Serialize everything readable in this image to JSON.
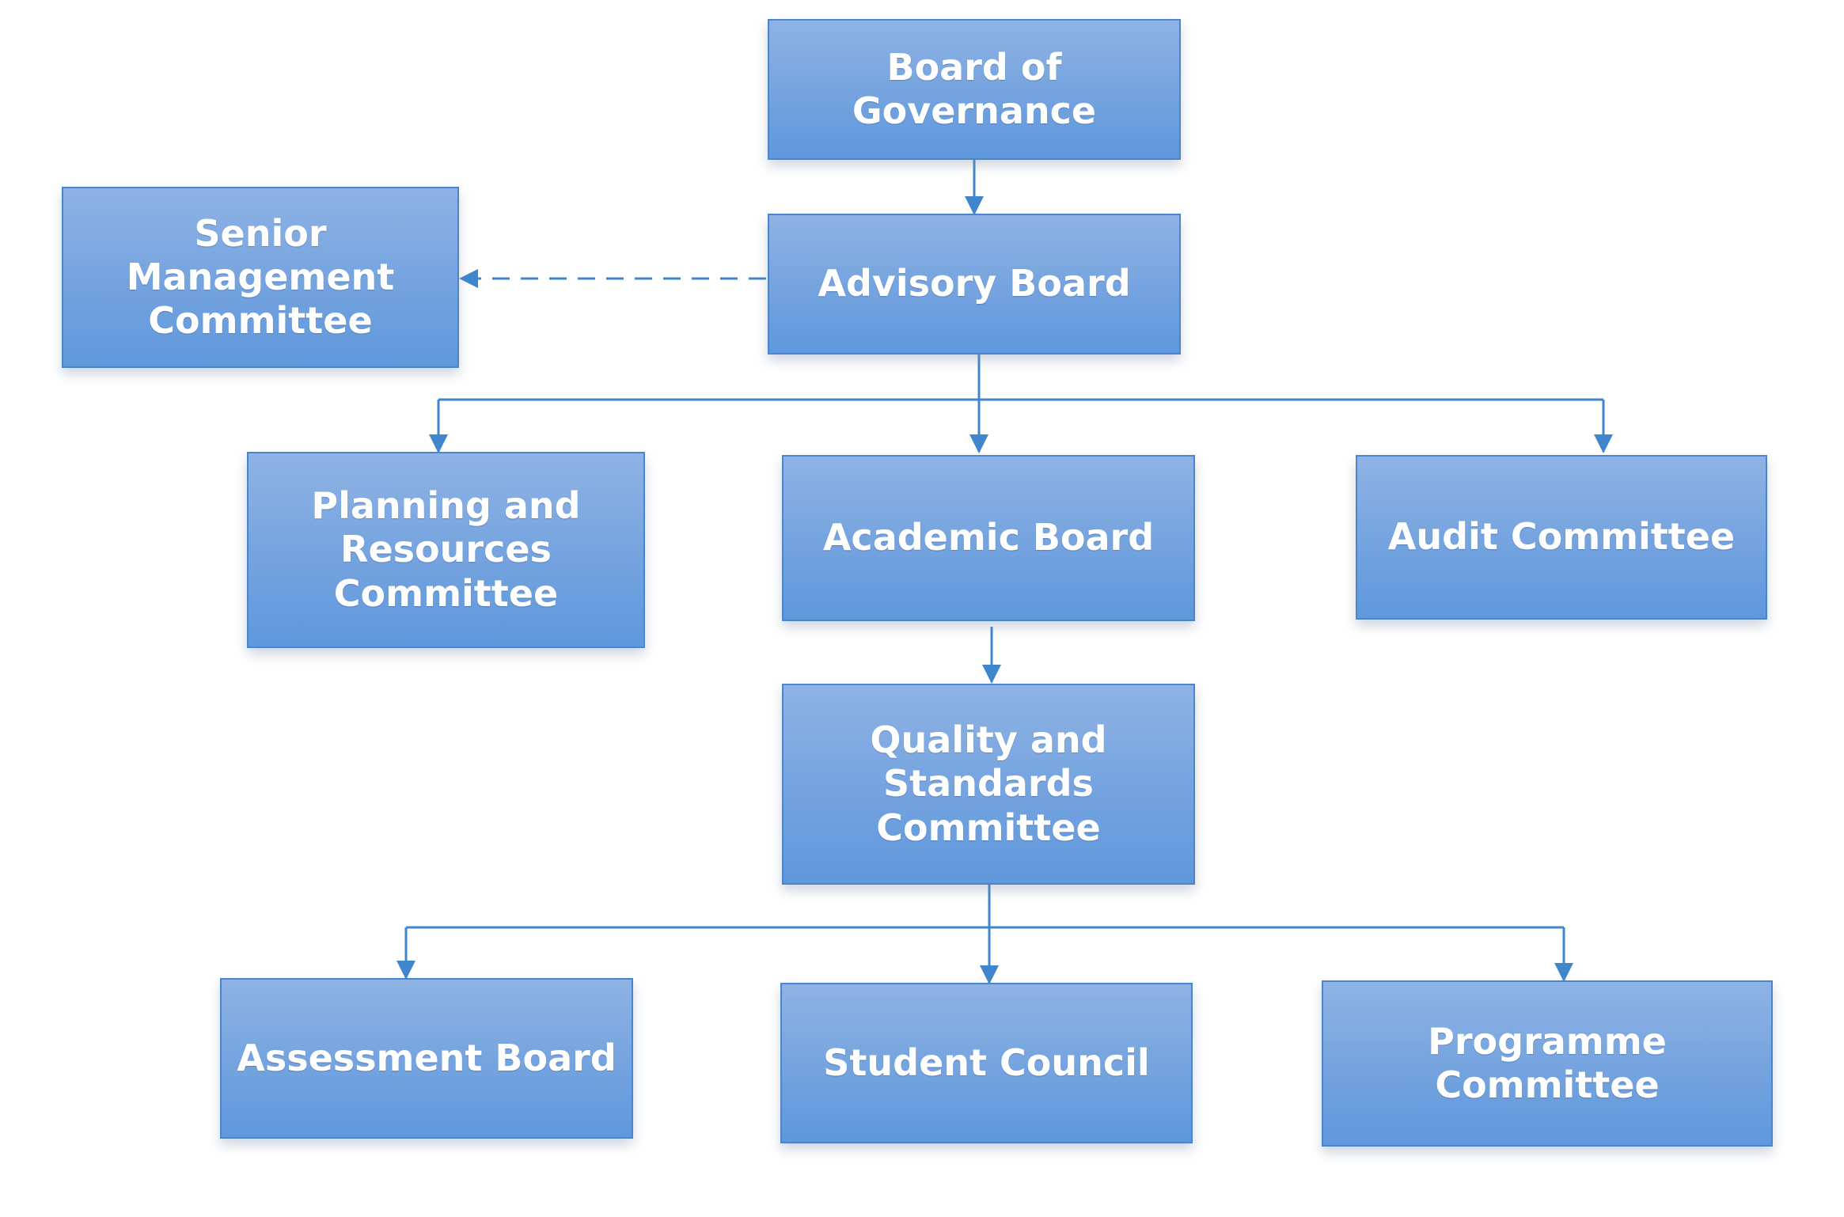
{
  "diagram": {
    "nodes": {
      "board_of_governance": "Board of\nGovernance",
      "advisory_board": "Advisory Board",
      "senior_management_committee": "Senior\nManagement\nCommittee",
      "planning_and_resources_committee": "Planning and\nResources\nCommittee",
      "academic_board": "Academic Board",
      "audit_committee": "Audit Committee",
      "quality_and_standards_committee": "Quality and\nStandards\nCommittee",
      "assessment_board": "Assessment Board",
      "student_council": "Student Council",
      "programme_committee": "Programme\nCommittee"
    },
    "edges": [
      {
        "from": "board_of_governance",
        "to": "advisory_board",
        "style": "solid"
      },
      {
        "from": "advisory_board",
        "to": "senior_management_committee",
        "style": "dashed"
      },
      {
        "from": "advisory_board",
        "to": "planning_and_resources_committee",
        "style": "solid"
      },
      {
        "from": "advisory_board",
        "to": "academic_board",
        "style": "solid"
      },
      {
        "from": "advisory_board",
        "to": "audit_committee",
        "style": "solid"
      },
      {
        "from": "academic_board",
        "to": "quality_and_standards_committee",
        "style": "solid"
      },
      {
        "from": "quality_and_standards_committee",
        "to": "assessment_board",
        "style": "solid"
      },
      {
        "from": "quality_and_standards_committee",
        "to": "student_council",
        "style": "solid"
      },
      {
        "from": "quality_and_standards_committee",
        "to": "programme_committee",
        "style": "solid"
      }
    ],
    "colors": {
      "box_fill_top": "#8fb3e4",
      "box_fill_bottom": "#5f98dc",
      "box_border": "#4a86cf",
      "connector": "#3f86cc",
      "text": "#ffffff"
    }
  }
}
